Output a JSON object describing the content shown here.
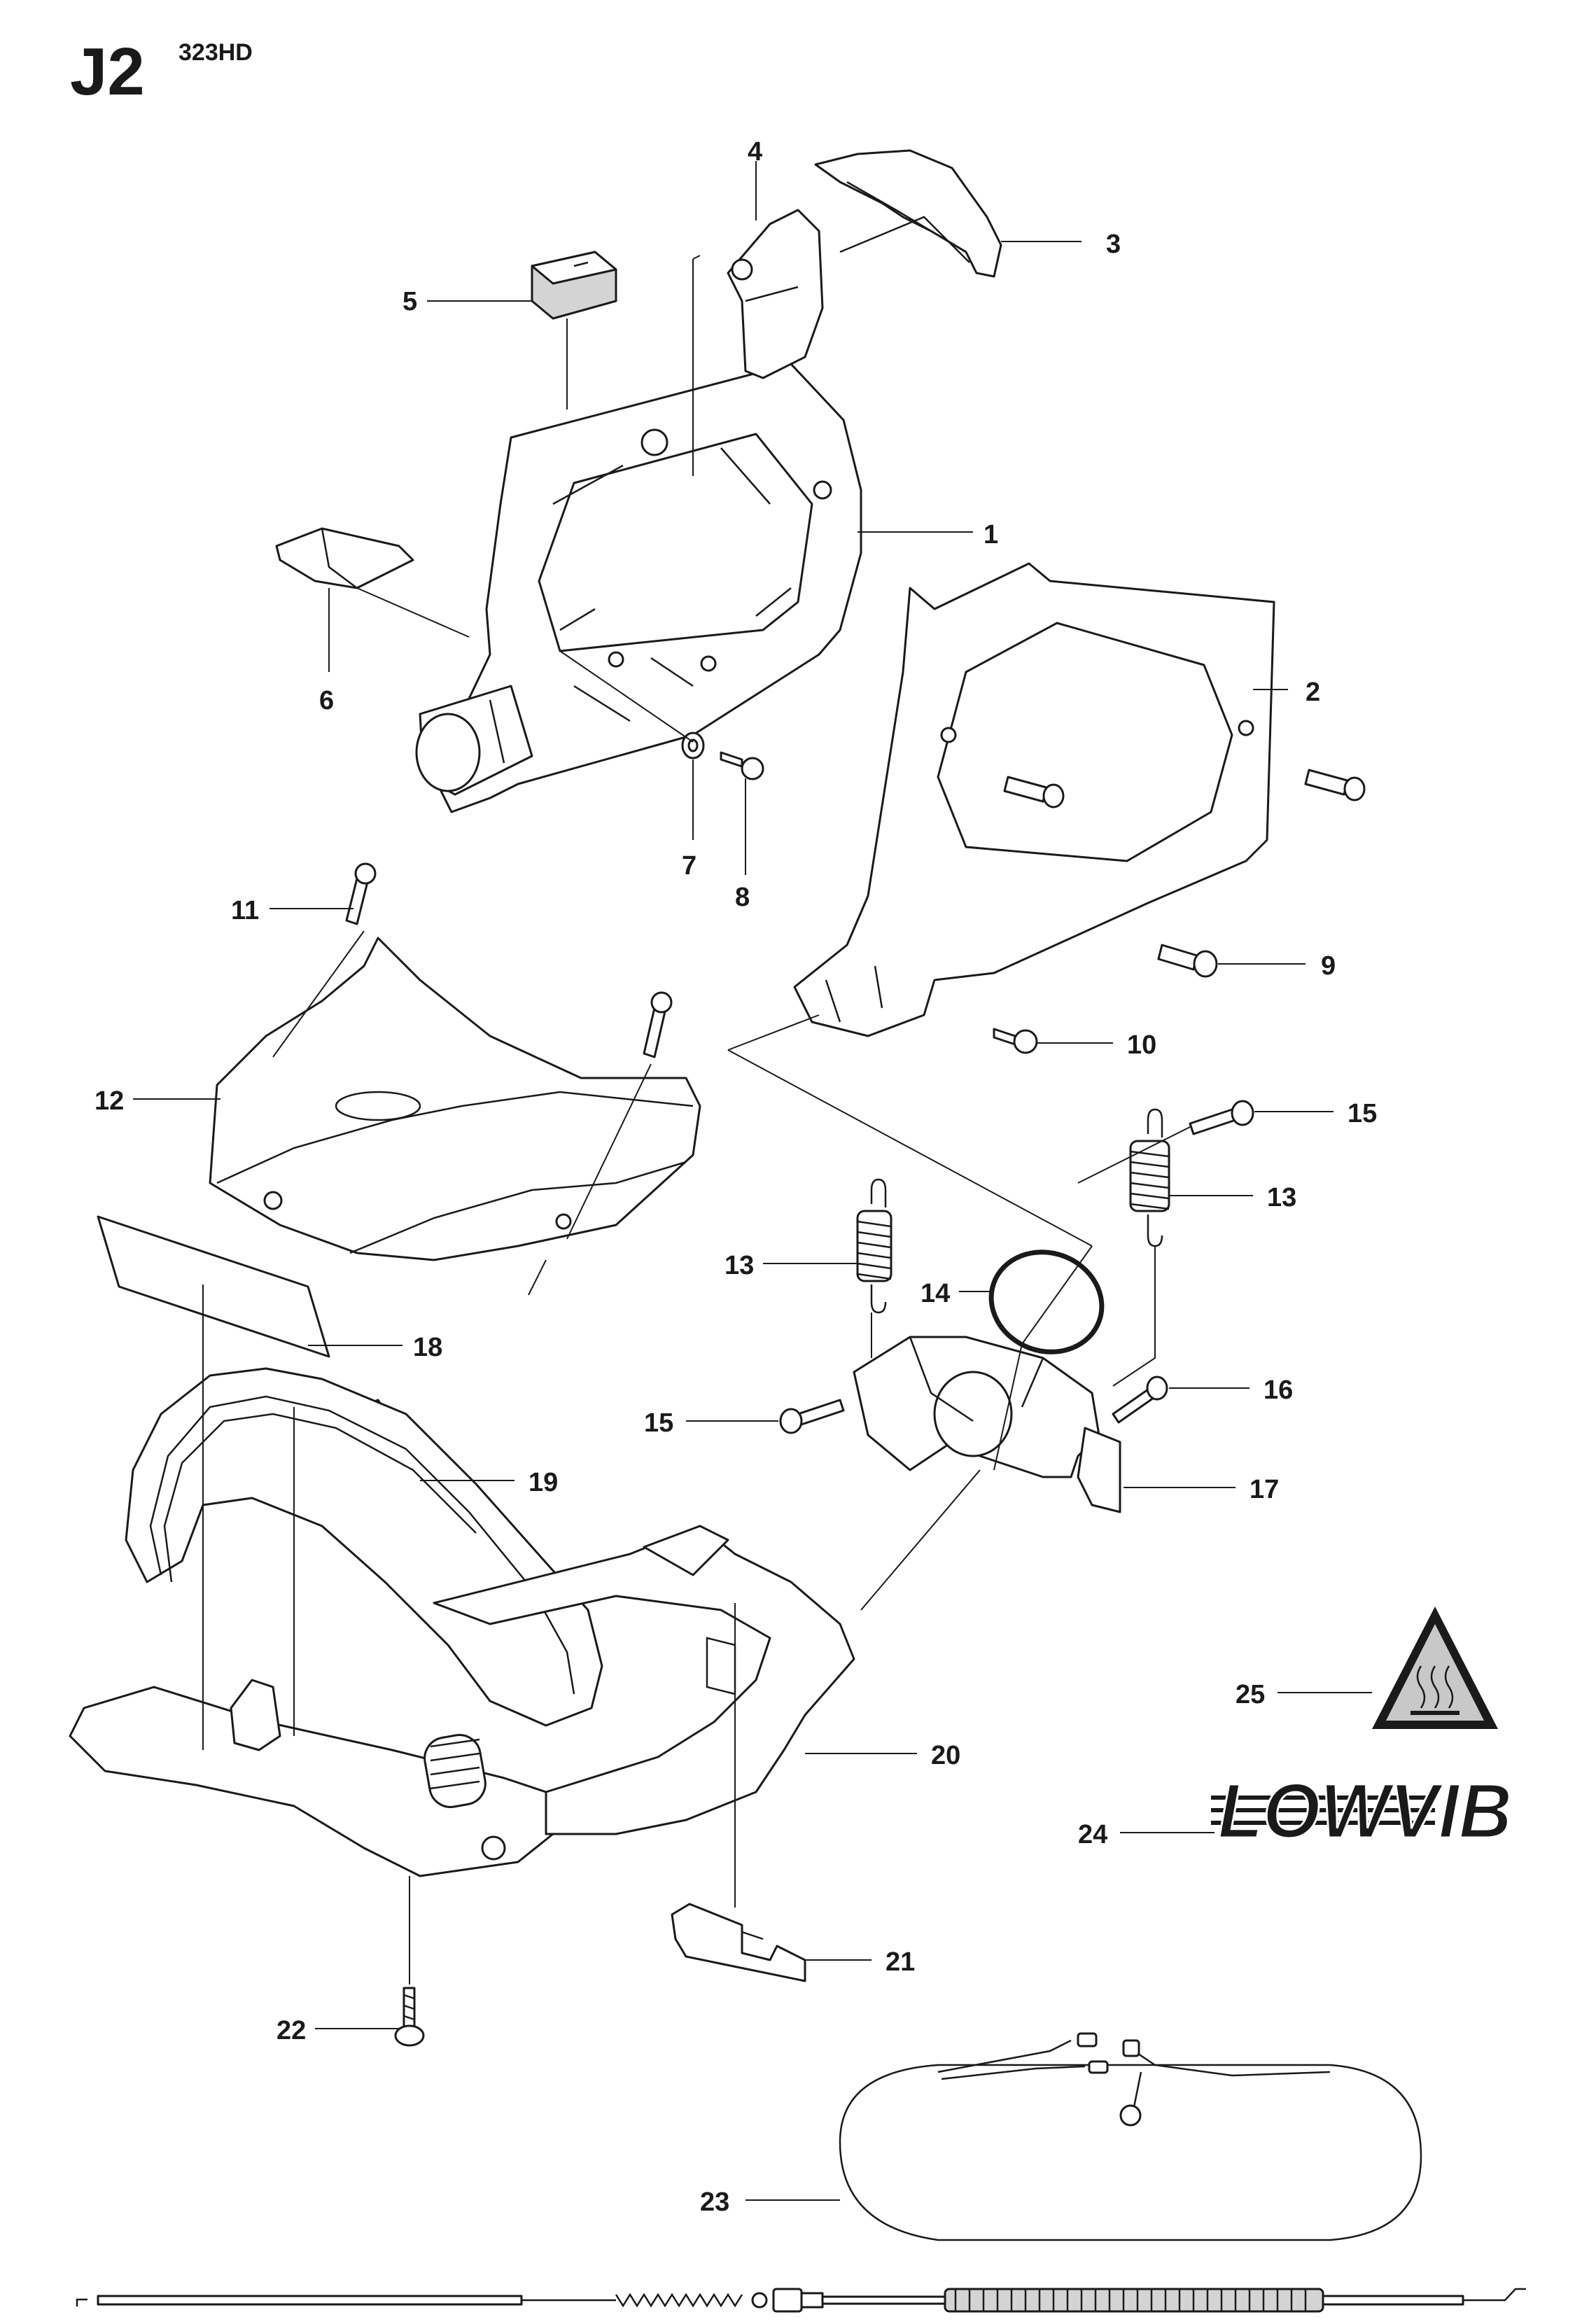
{
  "header": {
    "page_code": "J2",
    "model": "323HD"
  },
  "callouts": {
    "c1": "1",
    "c2": "2",
    "c3": "3",
    "c4": "4",
    "c5": "5",
    "c6": "6",
    "c7": "7",
    "c8": "8",
    "c9": "9",
    "c10": "10",
    "c11": "11",
    "c12": "12",
    "c13a": "13",
    "c13b": "13",
    "c14": "14",
    "c15a": "15",
    "c15b": "15",
    "c16": "16",
    "c17": "17",
    "c18": "18",
    "c19": "19",
    "c20": "20",
    "c21": "21",
    "c22": "22",
    "c23": "23",
    "c24": "24",
    "c25": "25"
  },
  "logo": {
    "text": "LOWVIB"
  },
  "colors": {
    "ink": "#1a1a1a",
    "paper": "#ffffff",
    "shade": "#d4d4d4",
    "warning_fill": "#c8c8c8"
  }
}
